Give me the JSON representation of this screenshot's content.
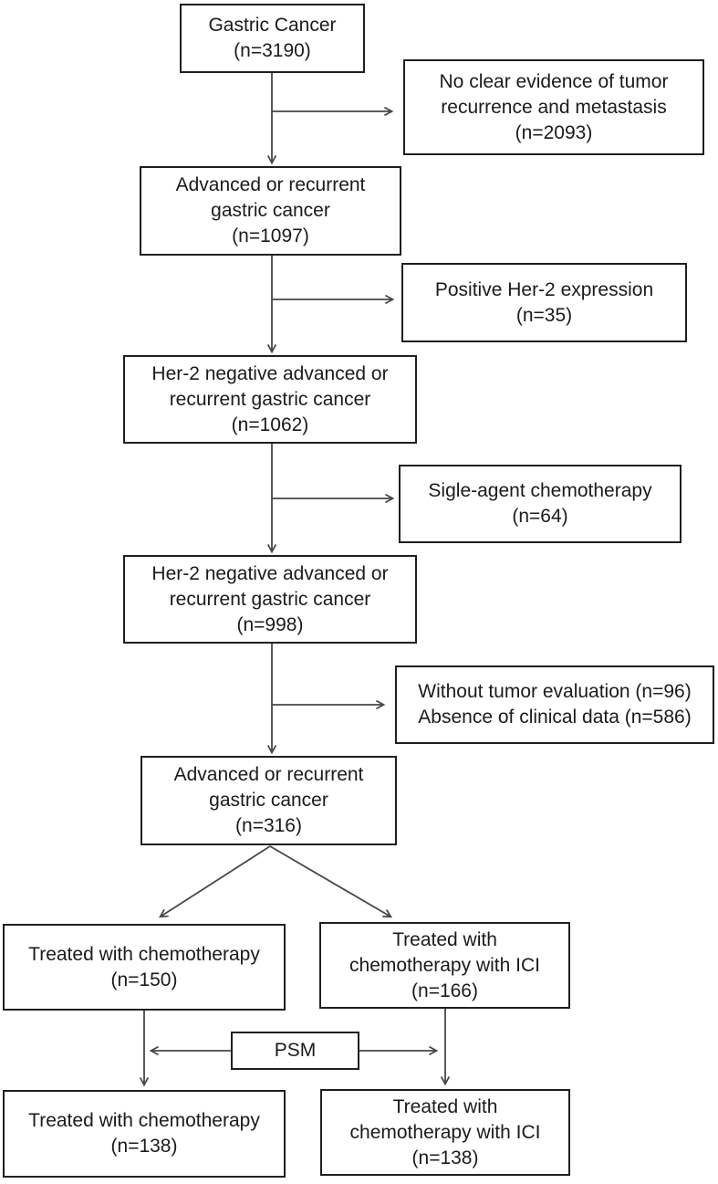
{
  "flowchart": {
    "boxes": {
      "main1": {
        "text": "Gastric Cancer\n(n=3190)"
      },
      "excl1": {
        "text": "No clear evidence of tumor\nrecurrence and metastasis\n(n=2093)"
      },
      "main2": {
        "text": "Advanced or recurrent\ngastric cancer\n(n=1097)"
      },
      "excl2": {
        "text": "Positive Her-2 expression\n(n=35)"
      },
      "main3": {
        "text": "Her-2 negative advanced or\nrecurrent gastric cancer\n(n=1062)"
      },
      "excl3": {
        "text": "Sigle-agent chemotherapy\n(n=64)"
      },
      "main4": {
        "text": "Her-2 negative advanced or\nrecurrent gastric cancer\n(n=998)"
      },
      "excl4": {
        "text": "Without tumor evaluation (n=96)\nAbsence of clinical data (n=586)"
      },
      "main5": {
        "text": "Advanced or recurrent\ngastric cancer\n(n=316)"
      },
      "arm_chemo": {
        "text": "Treated with chemotherapy\n(n=150)"
      },
      "arm_ici": {
        "text": "Treated with\nchemotherapy with ICI\n(n=166)"
      },
      "psm": {
        "text": "PSM"
      },
      "arm_chemo_psm": {
        "text": "Treated with chemotherapy\n(n=138)"
      },
      "arm_ici_psm": {
        "text": "Treated with\nchemotherapy with ICI\n(n=138)"
      }
    },
    "colors": {
      "box_border": "#1f1f1f",
      "text": "#1b1b1b",
      "arrow": "#474747",
      "background": "#ffffff"
    }
  }
}
